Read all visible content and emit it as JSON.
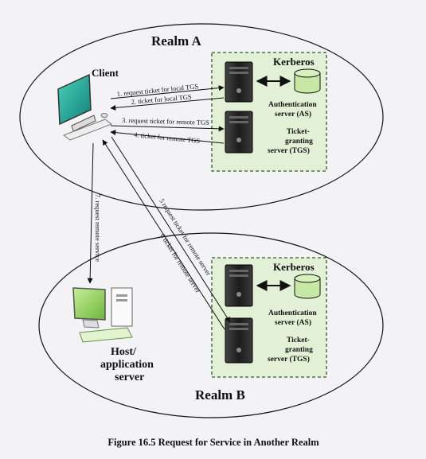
{
  "realm_a": {
    "title": "Realm A",
    "kerberos_title": "Kerberos",
    "as_line1": "Authentication",
    "as_line2": "server (AS)",
    "tgs_line1": "Ticket-",
    "tgs_line2": "granting",
    "tgs_line3": "server (TGS)"
  },
  "realm_b": {
    "title": "Realm B",
    "kerberos_title": "Kerberos",
    "as_line1": "Authentication",
    "as_line2": "server (AS)",
    "tgs_line1": "Ticket-",
    "tgs_line2": "granting",
    "tgs_line3": "server (TGS)"
  },
  "client": {
    "label": "Client"
  },
  "host": {
    "line1": "Host/",
    "line2": "application",
    "line3": "server"
  },
  "steps": {
    "s1": "1. request ticket for local TGS",
    "s2": "2. ticket for local TGS",
    "s3": "3. request ticket for remote TGS",
    "s4": "4. ticket for remote TGS",
    "s5": "5 request ticket for remote server",
    "s6": "6 ticket for remote server",
    "s7": "7. request remote service"
  },
  "caption": "Figure 16.5  Request for Service in Another Realm",
  "colors": {
    "kerberos_box_fill": "#e2f0d6",
    "kerberos_box_border": "#2e5a2e",
    "database_fill": "#c7e8a4",
    "monitor_screen": "#1ea394",
    "host_screen": "#9ad05f",
    "server_body": "#232323"
  }
}
